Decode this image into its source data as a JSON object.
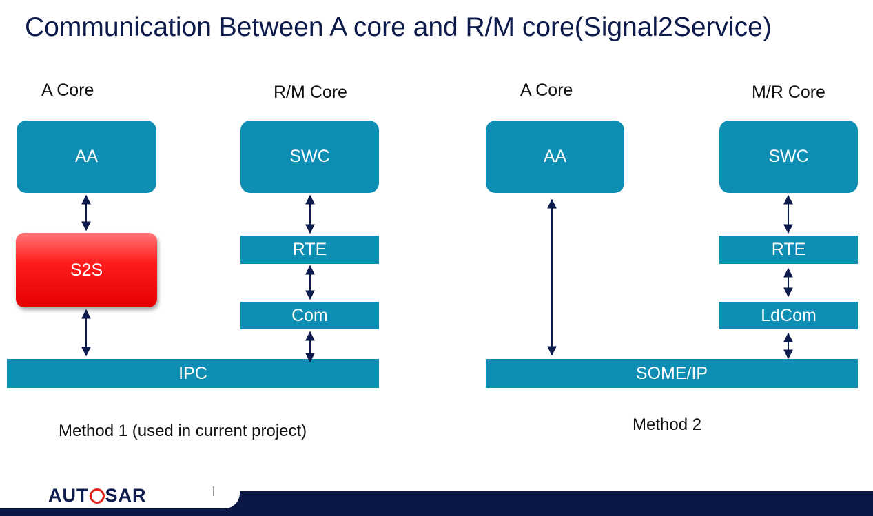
{
  "title": "Communication Between A core and R/M core(Signal2Service)",
  "method1": {
    "a_core_label": "A Core",
    "rm_core_label": "R/M Core",
    "aa": "AA",
    "s2s": "S2S",
    "swc": "SWC",
    "rte": "RTE",
    "com": "Com",
    "bus": "IPC",
    "caption": "Method 1 (used in current project)"
  },
  "method2": {
    "a_core_label": "A Core",
    "mr_core_label": "M/R Core",
    "aa": "AA",
    "swc": "SWC",
    "rte": "RTE",
    "ldcom": "LdCom",
    "bus": "SOME/IP",
    "caption": "Method 2"
  },
  "logo": {
    "left": "AUT",
    "right": "SAR"
  },
  "colors": {
    "box": "#0d8eb2",
    "s2s": "#ff1c1c",
    "title": "#0d1b4c",
    "footer": "#0b1845"
  }
}
